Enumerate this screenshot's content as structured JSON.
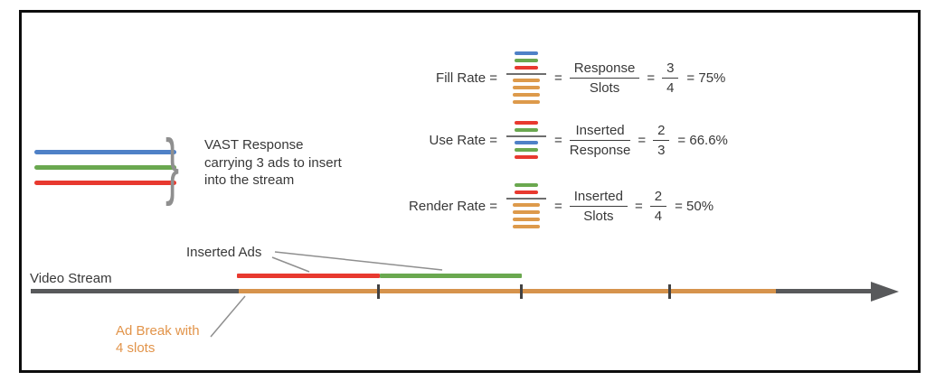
{
  "colors": {
    "blue": "#4f81c7",
    "green": "#6aa84f",
    "red": "#e8392f",
    "orange": "#dd9a4b",
    "stream_gray": "#58595b",
    "stream_orange": "#d6934c",
    "ad_break_text": "#e2944a",
    "text_dark": "#383838"
  },
  "icons": {
    "brace_right": "}"
  },
  "vast_legend": {
    "label_line1": "VAST Response",
    "label_line2": "carrying 3 ads to insert",
    "label_line3": "into the stream"
  },
  "formulas": [
    {
      "label": "Fill Rate =",
      "numerator_dashes": [
        "blue",
        "green",
        "red"
      ],
      "denominator_dashes": [
        "orange",
        "orange",
        "orange",
        "orange"
      ],
      "equals": "=",
      "word_numerator": "Response",
      "word_denominator": "Slots",
      "equals2": "=",
      "value_numerator": "3",
      "value_denominator": "4",
      "result": "= 75%"
    },
    {
      "label": "Use Rate =",
      "numerator_dashes": [
        "red",
        "green"
      ],
      "denominator_dashes": [
        "blue",
        "green",
        "red"
      ],
      "equals": "=",
      "word_numerator": "Inserted",
      "word_denominator": "Response",
      "equals2": "=",
      "value_numerator": "2",
      "value_denominator": "3",
      "result": "= 66.6%"
    },
    {
      "label": "Render Rate =",
      "numerator_dashes": [
        "green",
        "red"
      ],
      "denominator_dashes": [
        "orange",
        "orange",
        "orange",
        "orange"
      ],
      "equals": "=",
      "word_numerator": "Inserted",
      "word_denominator": "Slots",
      "equals2": "=",
      "value_numerator": "2",
      "value_denominator": "4",
      "result": "= 50%"
    }
  ],
  "timeline": {
    "stream_label": "Video Stream",
    "inserted_ads_label": "Inserted Ads",
    "ad_break_label_line1": "Ad Break with",
    "ad_break_label_line2": "4 slots"
  }
}
